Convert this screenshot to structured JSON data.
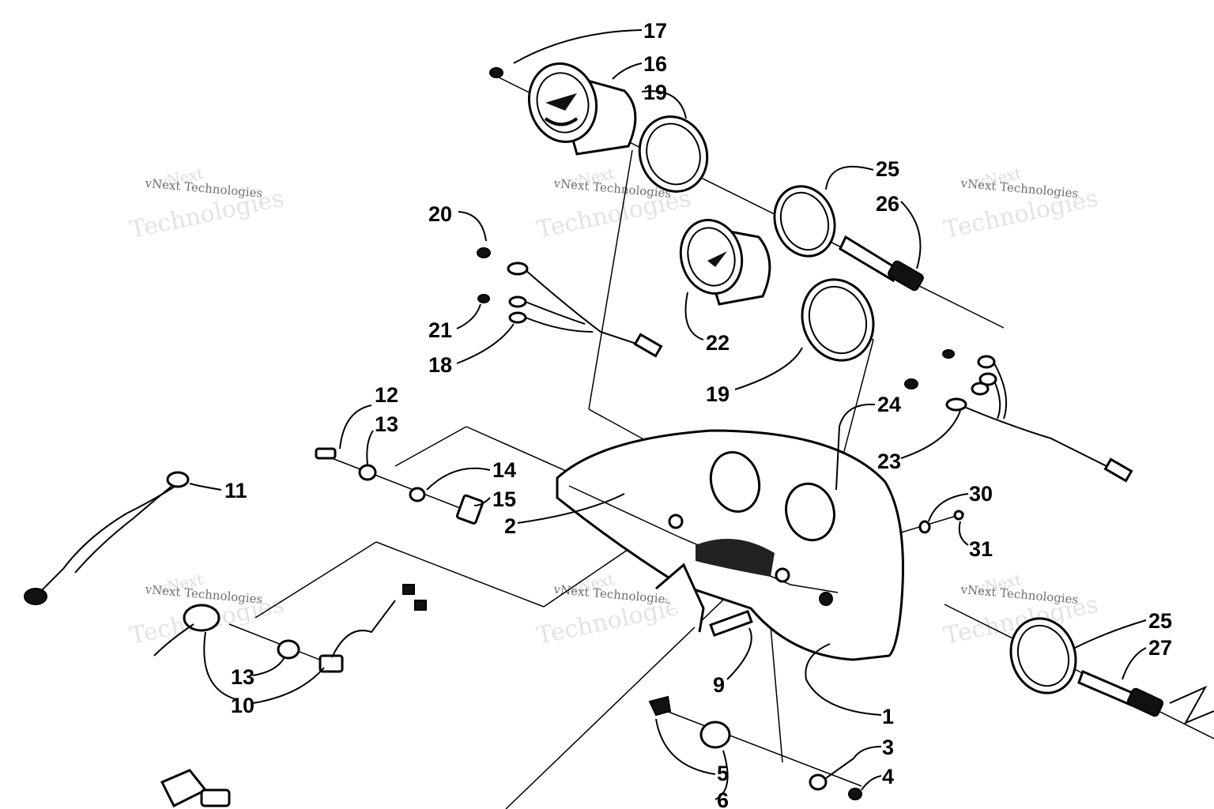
{
  "watermark": {
    "brand": "vNext",
    "full": "vNext Technologies",
    "name": "Technologies"
  },
  "callouts": [
    {
      "id": "c17a",
      "text": "17"
    },
    {
      "id": "c16",
      "text": "16"
    },
    {
      "id": "c19a",
      "text": "19"
    },
    {
      "id": "c25a",
      "text": "25"
    },
    {
      "id": "c26",
      "text": "26"
    },
    {
      "id": "c20",
      "text": "20"
    },
    {
      "id": "c21",
      "text": "21"
    },
    {
      "id": "c18",
      "text": "18"
    },
    {
      "id": "c22",
      "text": "22"
    },
    {
      "id": "c19b",
      "text": "19"
    },
    {
      "id": "c24",
      "text": "24"
    },
    {
      "id": "c23",
      "text": "23"
    },
    {
      "id": "c12",
      "text": "12"
    },
    {
      "id": "c13a",
      "text": "13"
    },
    {
      "id": "c14",
      "text": "14"
    },
    {
      "id": "c15",
      "text": "15"
    },
    {
      "id": "c2",
      "text": "2"
    },
    {
      "id": "c11",
      "text": "11"
    },
    {
      "id": "c30",
      "text": "30"
    },
    {
      "id": "c31",
      "text": "31"
    },
    {
      "id": "c25b",
      "text": "25"
    },
    {
      "id": "c27",
      "text": "27"
    },
    {
      "id": "c9",
      "text": "9"
    },
    {
      "id": "c1",
      "text": "1"
    },
    {
      "id": "c13b",
      "text": "13"
    },
    {
      "id": "c10",
      "text": "10"
    },
    {
      "id": "c3",
      "text": "3"
    },
    {
      "id": "c4",
      "text": "4"
    },
    {
      "id": "c5",
      "text": "5"
    },
    {
      "id": "c6",
      "text": "6"
    }
  ]
}
